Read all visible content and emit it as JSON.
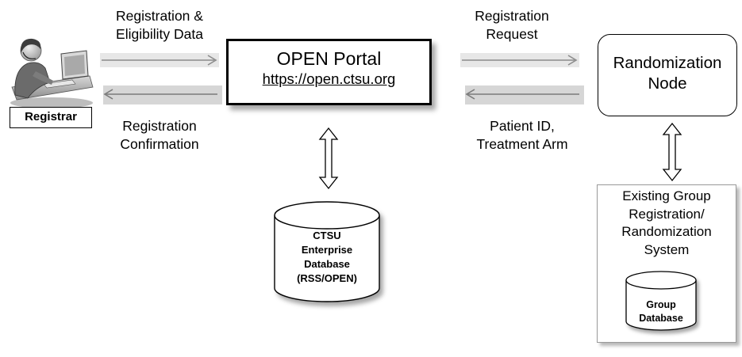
{
  "registrar": {
    "label": "Registrar"
  },
  "arrows_left": {
    "top_label_line1": "Registration &",
    "top_label_line2": "Eligibility Data",
    "bottom_label_line1": "Registration",
    "bottom_label_line2": "Confirmation"
  },
  "portal": {
    "title": "OPEN Portal",
    "url": "https://open.ctsu.org"
  },
  "arrows_right": {
    "top_label_line1": "Registration",
    "top_label_line2": "Request",
    "bottom_label_line1": "Patient ID,",
    "bottom_label_line2": "Treatment Arm"
  },
  "randomization_node": {
    "line1": "Randomization",
    "line2": "Node"
  },
  "ctsu_database": {
    "line1": "CTSU",
    "line2": "Enterprise",
    "line3": "Database",
    "line4": "(RSS/OPEN)"
  },
  "group_system": {
    "line1": "Existing Group",
    "line2": "Registration/",
    "line3": "Randomization",
    "line4": "System"
  },
  "group_database": {
    "line1": "Group",
    "line2": "Database"
  }
}
